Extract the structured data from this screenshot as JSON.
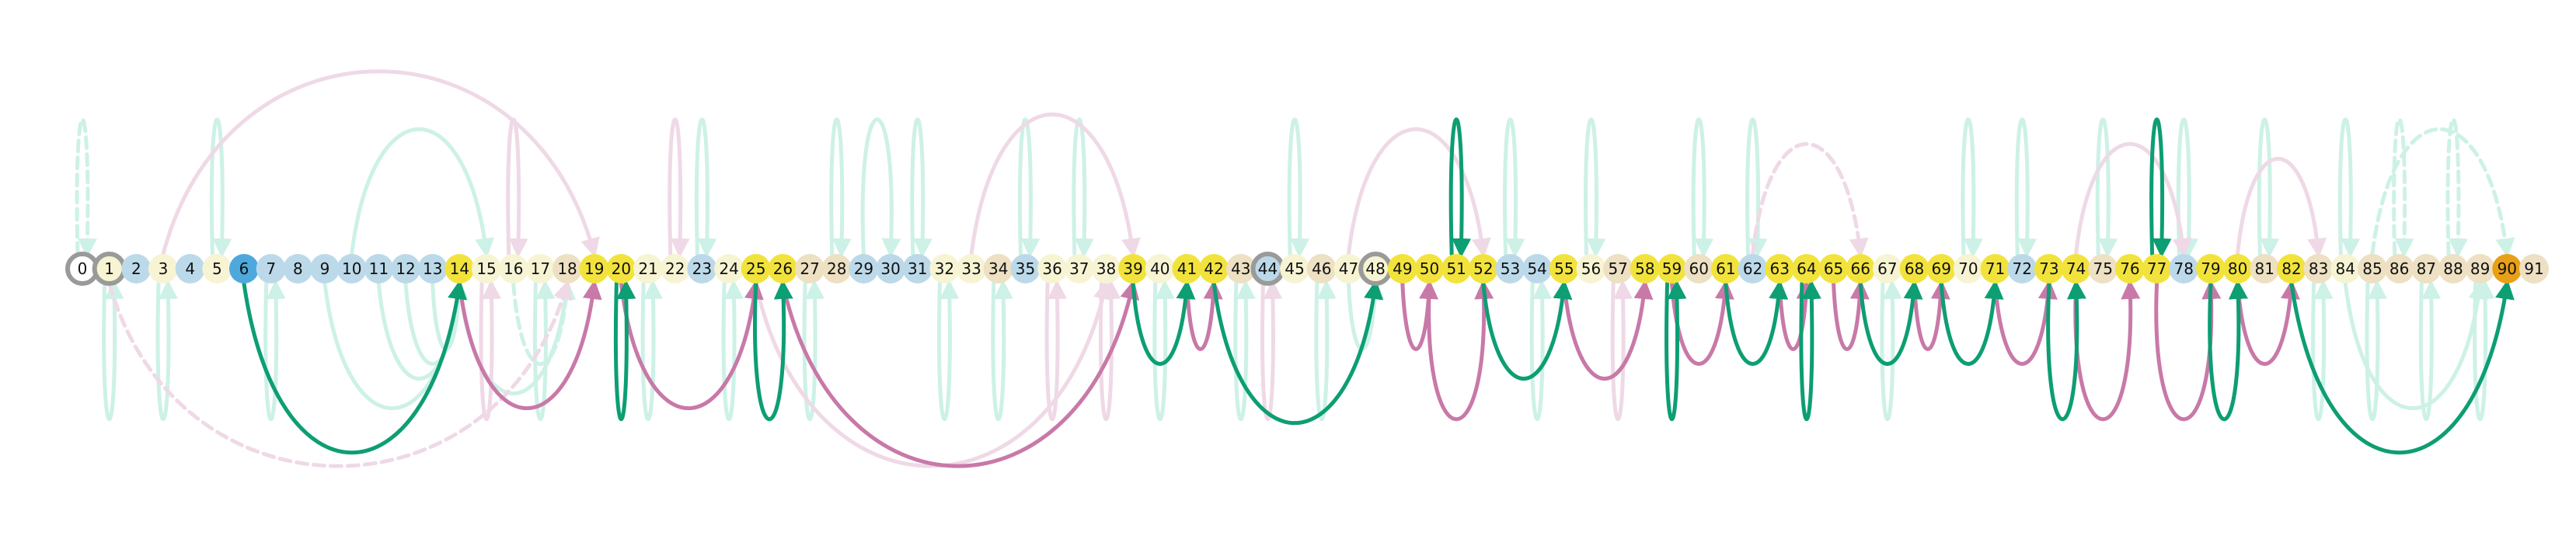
{
  "diagram": {
    "colors": {
      "forward": "#0d9e73",
      "forward_faint": "#cdf1e6",
      "backward": "#c879a8",
      "backward_faint": "#efd9e6",
      "node_blue": "#bcd9ea",
      "node_yellow": "#f2e33c",
      "node_cream": "#f7f4d4",
      "node_tan": "#ede0c3",
      "node_lightyellow": "#f7f0a0",
      "node_accent_blue": "#4ea8dc",
      "node_accent_orange": "#e8a017",
      "ring": "#9a9a9a"
    },
    "nodes": [
      {
        "label": "0",
        "fill": "#ffffff",
        "ring": true
      },
      {
        "label": "1",
        "fill": "#f7f4d4",
        "ring": true
      },
      {
        "label": "2",
        "fill": "#bcd9ea"
      },
      {
        "label": "3",
        "fill": "#f7f4d4"
      },
      {
        "label": "4",
        "fill": "#bcd9ea"
      },
      {
        "label": "5",
        "fill": "#f7f4d4"
      },
      {
        "label": "6",
        "fill": "#4ea8dc"
      },
      {
        "label": "7",
        "fill": "#bcd9ea"
      },
      {
        "label": "8",
        "fill": "#bcd9ea"
      },
      {
        "label": "9",
        "fill": "#bcd9ea"
      },
      {
        "label": "10",
        "fill": "#bcd9ea"
      },
      {
        "label": "11",
        "fill": "#bcd9ea"
      },
      {
        "label": "12",
        "fill": "#bcd9ea"
      },
      {
        "label": "13",
        "fill": "#bcd9ea"
      },
      {
        "label": "14",
        "fill": "#f2e33c"
      },
      {
        "label": "15",
        "fill": "#f7f4d4"
      },
      {
        "label": "16",
        "fill": "#f7f4d4"
      },
      {
        "label": "17",
        "fill": "#f7f4d4"
      },
      {
        "label": "18",
        "fill": "#ede0c3"
      },
      {
        "label": "19",
        "fill": "#f2e33c"
      },
      {
        "label": "20",
        "fill": "#f2e33c"
      },
      {
        "label": "21",
        "fill": "#f7f4d4"
      },
      {
        "label": "22",
        "fill": "#f7f4d4"
      },
      {
        "label": "23",
        "fill": "#bcd9ea"
      },
      {
        "label": "24",
        "fill": "#f7f4d4"
      },
      {
        "label": "25",
        "fill": "#f2e33c"
      },
      {
        "label": "26",
        "fill": "#f2e33c"
      },
      {
        "label": "27",
        "fill": "#ede0c3"
      },
      {
        "label": "28",
        "fill": "#ede0c3"
      },
      {
        "label": "29",
        "fill": "#bcd9ea"
      },
      {
        "label": "30",
        "fill": "#bcd9ea"
      },
      {
        "label": "31",
        "fill": "#bcd9ea"
      },
      {
        "label": "32",
        "fill": "#f7f4d4"
      },
      {
        "label": "33",
        "fill": "#f7f4d4"
      },
      {
        "label": "34",
        "fill": "#ede0c3"
      },
      {
        "label": "35",
        "fill": "#bcd9ea"
      },
      {
        "label": "36",
        "fill": "#f7f4d4"
      },
      {
        "label": "37",
        "fill": "#f7f4d4"
      },
      {
        "label": "38",
        "fill": "#f7f4d4"
      },
      {
        "label": "39",
        "fill": "#f2e33c"
      },
      {
        "label": "40",
        "fill": "#f7f4d4"
      },
      {
        "label": "41",
        "fill": "#f2e33c"
      },
      {
        "label": "42",
        "fill": "#f2e33c"
      },
      {
        "label": "43",
        "fill": "#ede0c3"
      },
      {
        "label": "44",
        "fill": "#bcd9ea",
        "ring": true
      },
      {
        "label": "45",
        "fill": "#f7f4d4"
      },
      {
        "label": "46",
        "fill": "#ede0c3"
      },
      {
        "label": "47",
        "fill": "#f7f4d4"
      },
      {
        "label": "48",
        "fill": "#f7f4d4",
        "ring": true
      },
      {
        "label": "49",
        "fill": "#f2e33c"
      },
      {
        "label": "50",
        "fill": "#f2e33c"
      },
      {
        "label": "51",
        "fill": "#f2e33c"
      },
      {
        "label": "52",
        "fill": "#f2e33c"
      },
      {
        "label": "53",
        "fill": "#bcd9ea"
      },
      {
        "label": "54",
        "fill": "#bcd9ea"
      },
      {
        "label": "55",
        "fill": "#f2e33c"
      },
      {
        "label": "56",
        "fill": "#f7f4d4"
      },
      {
        "label": "57",
        "fill": "#ede0c3"
      },
      {
        "label": "58",
        "fill": "#f2e33c"
      },
      {
        "label": "59",
        "fill": "#f2e33c"
      },
      {
        "label": "60",
        "fill": "#ede0c3"
      },
      {
        "label": "61",
        "fill": "#f2e33c"
      },
      {
        "label": "62",
        "fill": "#bcd9ea"
      },
      {
        "label": "63",
        "fill": "#f2e33c"
      },
      {
        "label": "64",
        "fill": "#f2e33c"
      },
      {
        "label": "65",
        "fill": "#f2e33c"
      },
      {
        "label": "66",
        "fill": "#f2e33c"
      },
      {
        "label": "67",
        "fill": "#f7f4d4"
      },
      {
        "label": "68",
        "fill": "#f2e33c"
      },
      {
        "label": "69",
        "fill": "#f2e33c"
      },
      {
        "label": "70",
        "fill": "#f7f4d4"
      },
      {
        "label": "71",
        "fill": "#f2e33c"
      },
      {
        "label": "72",
        "fill": "#bcd9ea"
      },
      {
        "label": "73",
        "fill": "#f2e33c"
      },
      {
        "label": "74",
        "fill": "#f2e33c"
      },
      {
        "label": "75",
        "fill": "#ede0c3"
      },
      {
        "label": "76",
        "fill": "#f2e33c"
      },
      {
        "label": "77",
        "fill": "#f2e33c"
      },
      {
        "label": "78",
        "fill": "#bcd9ea"
      },
      {
        "label": "79",
        "fill": "#f2e33c"
      },
      {
        "label": "80",
        "fill": "#f2e33c"
      },
      {
        "label": "81",
        "fill": "#ede0c3"
      },
      {
        "label": "82",
        "fill": "#f2e33c"
      },
      {
        "label": "83",
        "fill": "#ede0c3"
      },
      {
        "label": "84",
        "fill": "#f7f4d4"
      },
      {
        "label": "85",
        "fill": "#ede0c3"
      },
      {
        "label": "86",
        "fill": "#ede0c3"
      },
      {
        "label": "87",
        "fill": "#ede0c3"
      },
      {
        "label": "88",
        "fill": "#ede0c3"
      },
      {
        "label": "89",
        "fill": "#ede0c3"
      },
      {
        "label": "90",
        "fill": "#e8a017"
      },
      {
        "label": "91",
        "fill": "#ede0c3"
      }
    ],
    "edges_highlight_forward": [
      {
        "from": 6,
        "to": 14
      },
      {
        "from": 20,
        "to": 20,
        "type": "loop_down"
      },
      {
        "from": 25,
        "to": 26,
        "type": "loop_down"
      },
      {
        "from": 39,
        "to": 41
      },
      {
        "from": 42,
        "to": 48
      },
      {
        "from": 51,
        "to": 51,
        "type": "loop_up"
      },
      {
        "from": 52,
        "to": 55
      },
      {
        "from": 59,
        "to": 59,
        "type": "loop_down"
      },
      {
        "from": 61,
        "to": 63
      },
      {
        "from": 64,
        "to": 64,
        "type": "loop_down"
      },
      {
        "from": 66,
        "to": 68
      },
      {
        "from": 69,
        "to": 71
      },
      {
        "from": 73,
        "to": 74,
        "type": "loop_down"
      },
      {
        "from": 77,
        "to": 77,
        "type": "loop_up"
      },
      {
        "from": 79,
        "to": 80,
        "type": "loop_down"
      },
      {
        "from": 82,
        "to": 90
      }
    ],
    "edges_highlight_backward": [
      {
        "from": 14,
        "to": 19
      },
      {
        "from": 20,
        "to": 25
      },
      {
        "from": 26,
        "to": 39
      },
      {
        "from": 41,
        "to": 42
      },
      {
        "from": 49,
        "to": 50
      },
      {
        "from": 50,
        "to": 52,
        "type": "loop_down"
      },
      {
        "from": 55,
        "to": 58
      },
      {
        "from": 59,
        "to": 61
      },
      {
        "from": 63,
        "to": 64
      },
      {
        "from": 65,
        "to": 66
      },
      {
        "from": 68,
        "to": 69
      },
      {
        "from": 71,
        "to": 73
      },
      {
        "from": 74,
        "to": 76,
        "type": "loop_down"
      },
      {
        "from": 77,
        "to": 79,
        "type": "loop_down"
      },
      {
        "from": 80,
        "to": 82
      }
    ],
    "edges_faint_forward": [
      {
        "from": 0,
        "to": 0,
        "type": "loop_up",
        "dashed": true
      },
      {
        "from": 1,
        "to": 1,
        "type": "loop_down"
      },
      {
        "from": 3,
        "to": 3,
        "type": "loop_down"
      },
      {
        "from": 5,
        "to": 5,
        "type": "loop_up"
      },
      {
        "from": 7,
        "to": 7,
        "type": "loop_down"
      },
      {
        "from": 9,
        "to": 14
      },
      {
        "from": 11,
        "to": 14
      },
      {
        "from": 12,
        "to": 14
      },
      {
        "from": 13,
        "to": 14
      },
      {
        "from": 10,
        "to": 15,
        "type": "up"
      },
      {
        "from": 14,
        "to": 18
      },
      {
        "from": 16,
        "to": 18,
        "dashed": true
      },
      {
        "from": 17,
        "to": 17,
        "type": "loop_down"
      },
      {
        "from": 21,
        "to": 21,
        "type": "loop_down"
      },
      {
        "from": 23,
        "to": 23,
        "type": "loop_up"
      },
      {
        "from": 24,
        "to": 24,
        "type": "loop_down"
      },
      {
        "from": 27,
        "to": 27,
        "type": "loop_down"
      },
      {
        "from": 28,
        "to": 28,
        "type": "loop_up"
      },
      {
        "from": 29,
        "to": 30,
        "type": "loop_up"
      },
      {
        "from": 31,
        "to": 31,
        "type": "loop_up"
      },
      {
        "from": 32,
        "to": 32,
        "type": "loop_down"
      },
      {
        "from": 34,
        "to": 34,
        "type": "loop_down"
      },
      {
        "from": 35,
        "to": 35,
        "type": "loop_up"
      },
      {
        "from": 37,
        "to": 37,
        "type": "loop_up"
      },
      {
        "from": 40,
        "to": 40,
        "type": "loop_down"
      },
      {
        "from": 43,
        "to": 43,
        "type": "loop_down"
      },
      {
        "from": 45,
        "to": 45,
        "type": "loop_up"
      },
      {
        "from": 46,
        "to": 46,
        "type": "loop_down"
      },
      {
        "from": 47,
        "to": 48
      },
      {
        "from": 53,
        "to": 53,
        "type": "loop_up"
      },
      {
        "from": 54,
        "to": 54,
        "type": "loop_down"
      },
      {
        "from": 56,
        "to": 56,
        "type": "loop_up"
      },
      {
        "from": 60,
        "to": 60,
        "type": "loop_up"
      },
      {
        "from": 62,
        "to": 62,
        "type": "loop_up"
      },
      {
        "from": 67,
        "to": 67,
        "type": "loop_down"
      },
      {
        "from": 70,
        "to": 70,
        "type": "loop_up"
      },
      {
        "from": 72,
        "to": 72,
        "type": "loop_up"
      },
      {
        "from": 75,
        "to": 75,
        "type": "loop_up"
      },
      {
        "from": 78,
        "to": 78,
        "type": "loop_up"
      },
      {
        "from": 81,
        "to": 81,
        "type": "loop_up"
      },
      {
        "from": 83,
        "to": 83,
        "type": "loop_down"
      },
      {
        "from": 84,
        "to": 84,
        "type": "loop_up"
      },
      {
        "from": 85,
        "to": 85,
        "type": "loop_down"
      },
      {
        "from": 86,
        "to": 86,
        "type": "loop_up",
        "dashed": true
      },
      {
        "from": 87,
        "to": 87,
        "type": "loop_down"
      },
      {
        "from": 88,
        "to": 88,
        "type": "loop_up",
        "dashed": true
      },
      {
        "from": 89,
        "to": 89,
        "type": "loop_down"
      },
      {
        "from": 84,
        "to": 89
      },
      {
        "from": 85,
        "to": 90,
        "type": "up",
        "dashed": true
      }
    ],
    "edges_faint_backward": [
      {
        "from": 1,
        "to": 18,
        "type": "down",
        "dashed": true
      },
      {
        "from": 3,
        "to": 19,
        "type": "up"
      },
      {
        "from": 15,
        "to": 15,
        "type": "loop_down"
      },
      {
        "from": 16,
        "to": 16,
        "type": "loop_up"
      },
      {
        "from": 22,
        "to": 22,
        "type": "loop_up"
      },
      {
        "from": 25,
        "to": 38,
        "type": "down"
      },
      {
        "from": 33,
        "to": 39,
        "type": "up"
      },
      {
        "from": 36,
        "to": 36,
        "type": "loop_down"
      },
      {
        "from": 38,
        "to": 38,
        "type": "loop_down"
      },
      {
        "from": 44,
        "to": 44,
        "type": "loop_down"
      },
      {
        "from": 47,
        "to": 52,
        "type": "up"
      },
      {
        "from": 57,
        "to": 57,
        "type": "loop_down"
      },
      {
        "from": 62,
        "to": 66,
        "type": "up",
        "dashed": true
      },
      {
        "from": 74,
        "to": 78,
        "type": "up"
      },
      {
        "from": 80,
        "to": 83,
        "type": "up"
      }
    ]
  }
}
